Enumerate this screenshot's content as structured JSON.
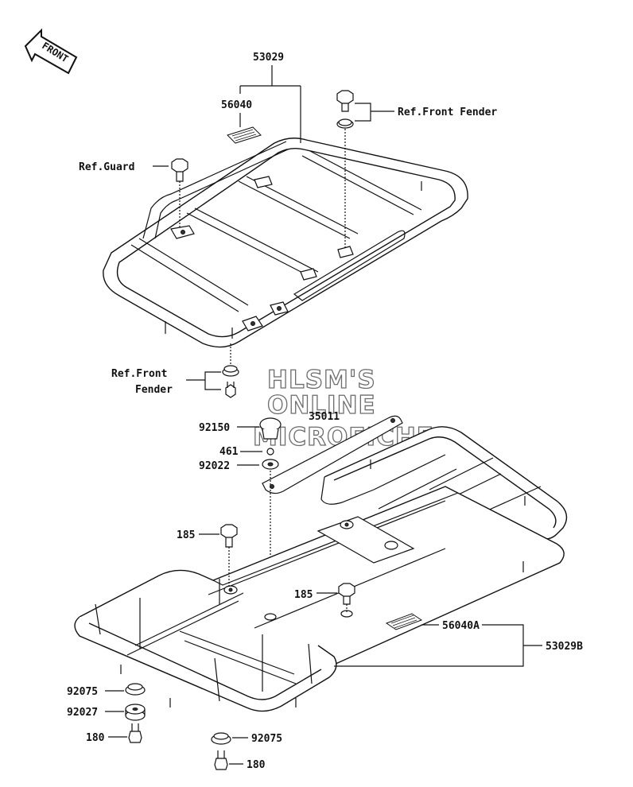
{
  "front_arrow": {
    "text": "FRONT"
  },
  "watermark": {
    "line1": "HLSM'S",
    "line2": "ONLINE",
    "line3": "MICROFICHE"
  },
  "labels": {
    "p53029": "53029",
    "p56040": "56040",
    "ref_front_fender_top": "Ref.Front Fender",
    "ref_guard": "Ref.Guard",
    "ref_front_mid_1": "Ref.Front",
    "ref_front_mid_2": "Fender",
    "p35011": "35011",
    "p92150": "92150",
    "p461": "461",
    "p92022": "92022",
    "p185_left": "185",
    "p185_right": "185",
    "p56040A": "56040A",
    "p53029B": "53029B",
    "p92075_left": "92075",
    "p92027": "92027",
    "p180_left": "180",
    "p92075_bottom": "92075",
    "p180_bottom": "180"
  },
  "icons": [
    "front-arrow-icon",
    "bolt-icon",
    "washer-icon",
    "nut-icon",
    "sticker-icon",
    "rack-frame"
  ]
}
